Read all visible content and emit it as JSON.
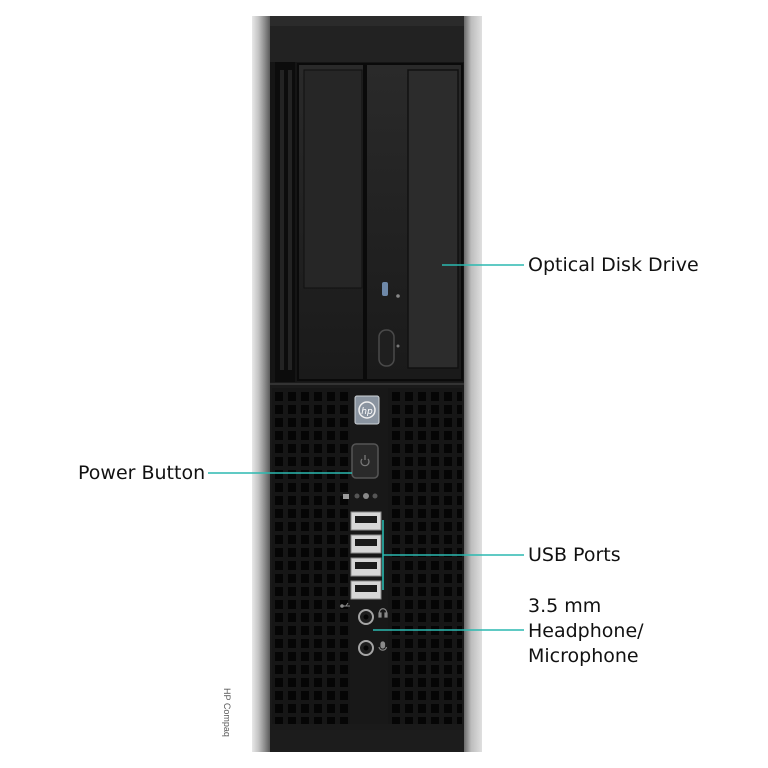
{
  "product": {
    "side_branding": "HP Compaq",
    "logo_text": "hp"
  },
  "colors": {
    "callout_line": "#2bb9b0",
    "case_black": "#141414",
    "case_silver": "#b9b9b9",
    "label_text": "#111111"
  },
  "callouts": {
    "optical_drive": "Optical Disk Drive",
    "power_button": "Power Button",
    "usb_ports": "USB Ports",
    "audio_line1": "3.5 mm",
    "audio_line2": "Headphone/",
    "audio_line3": "Microphone"
  },
  "icons": {
    "usb_port_count": 4,
    "audio_jack_count": 2
  }
}
